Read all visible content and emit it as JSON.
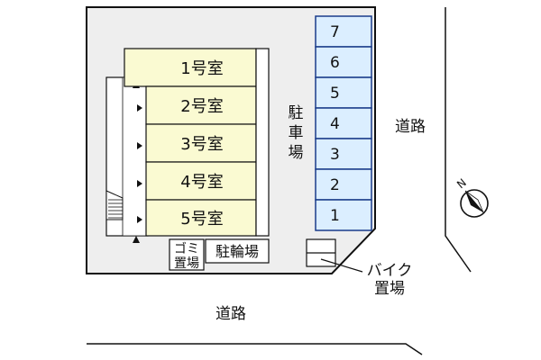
{
  "colors": {
    "lot": "#eeeeee",
    "rooms": "#fafad2",
    "parking": "#dbeeff",
    "parking_border": "#1a3c8a",
    "line": "#111111"
  },
  "rooms": [
    "1号室",
    "2号室",
    "3号室",
    "4号室",
    "5号室"
  ],
  "parking_spaces": [
    "7",
    "6",
    "5",
    "4",
    "3",
    "2",
    "1"
  ],
  "labels": {
    "parking_lot": "駐車場",
    "bicycle_parking": "駐輪場",
    "garbage_line1": "ゴミ",
    "garbage_line2": "置場",
    "bike_parking_line1": "バイク",
    "bike_parking_line2": "置場",
    "road_right": "道路",
    "road_bottom": "道路",
    "north": "N"
  },
  "icons": {
    "compass": "north-arrow-icon",
    "arrows": "triangle-arrow-icon",
    "stairs": "stairs-icon"
  }
}
